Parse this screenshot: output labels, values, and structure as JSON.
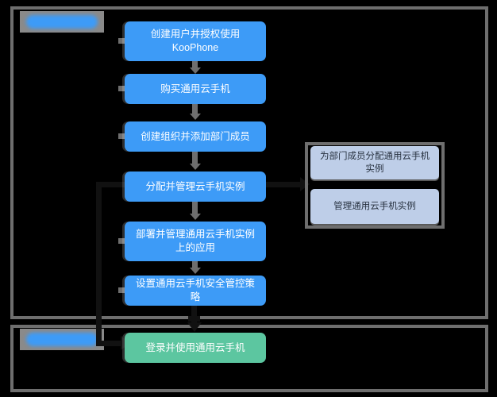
{
  "diagram": {
    "type": "flowchart",
    "title": "",
    "lanes": [
      {
        "id": "lane-top",
        "label": "",
        "label_redacted": true
      },
      {
        "id": "lane-bottom",
        "label": "",
        "label_redacted": true
      }
    ],
    "colors": {
      "node_blue": "#3d9bf7",
      "node_green": "#5cc6a0",
      "subnode_blue_gray": "#becee8",
      "frame_border": "#6e6e6e",
      "connector_gray": "#6e6e6e",
      "connector_dark": "#111111",
      "background": "#000000",
      "node_text": "#ffffff",
      "subnode_text": "#27313f"
    },
    "main_flow": [
      {
        "id": "node-1",
        "label": "创建用户并授权使用 KooPhone",
        "color": "blue"
      },
      {
        "id": "node-2",
        "label": "购买通用云手机",
        "color": "blue"
      },
      {
        "id": "node-3",
        "label": "创建组织并添加部门成员",
        "color": "blue"
      },
      {
        "id": "node-4",
        "label": "分配并管理云手机实例",
        "color": "blue"
      },
      {
        "id": "node-5",
        "label": "部署并管理通用云手机实例上的应用",
        "color": "blue"
      },
      {
        "id": "node-6",
        "label": "设置通用云手机安全管控策略",
        "color": "blue"
      },
      {
        "id": "node-7",
        "label": "登录并使用通用云手机",
        "color": "green"
      }
    ],
    "sub_panel": {
      "source_node": "node-4",
      "items": [
        {
          "id": "rnode-1",
          "label": "为部门成员分配通用云手机实例"
        },
        {
          "id": "rnode-2",
          "label": "管理通用云手机实例"
        }
      ]
    },
    "edges": [
      {
        "from": "node-1",
        "to": "node-2",
        "style": "arrow-down"
      },
      {
        "from": "node-2",
        "to": "node-3",
        "style": "arrow-down"
      },
      {
        "from": "node-3",
        "to": "node-4",
        "style": "arrow-down"
      },
      {
        "from": "node-4",
        "to": "node-5",
        "style": "arrow-down"
      },
      {
        "from": "node-5",
        "to": "node-6",
        "style": "arrow-down"
      },
      {
        "from": "node-6",
        "to": "node-7",
        "style": "arrow-down-dark"
      },
      {
        "from": "node-4",
        "to": "node-7",
        "style": "elbow-left-dark"
      },
      {
        "from": "node-4",
        "to": "sub_panel",
        "style": "arrow-right-dark"
      }
    ]
  }
}
